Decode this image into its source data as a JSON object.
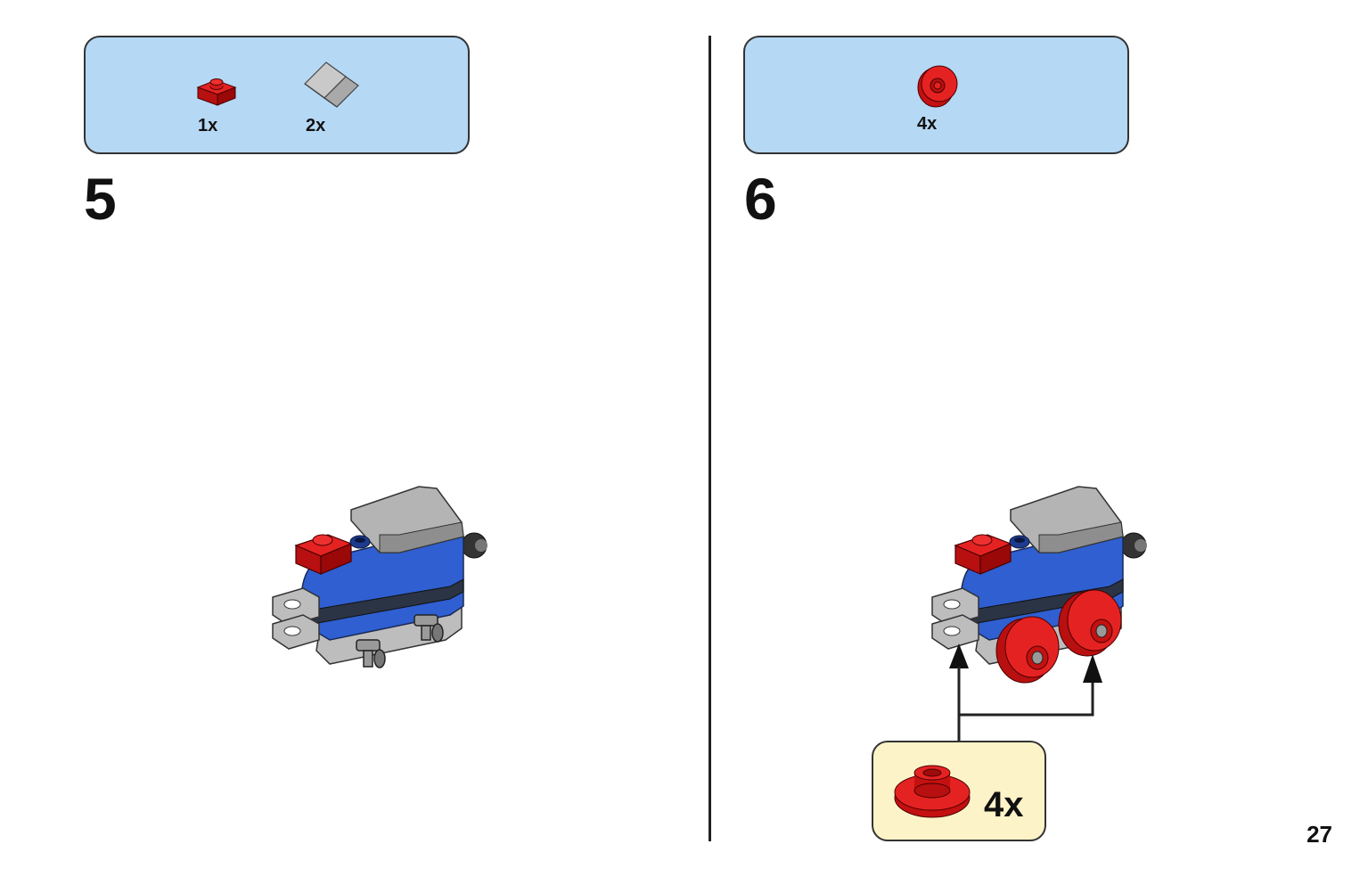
{
  "steps": [
    {
      "number": "5",
      "parts": [
        {
          "qty": "1x",
          "icon": "red-plate-1x1-icon",
          "color": "#cc1515"
        },
        {
          "qty": "2x",
          "icon": "gray-slope-icon",
          "color": "#b4b4b4"
        }
      ]
    },
    {
      "number": "6",
      "parts": [
        {
          "qty": "4x",
          "icon": "red-wheel-icon",
          "color": "#dd1a1a"
        }
      ],
      "callout": {
        "qty": "4x",
        "icon": "red-wheel-icon"
      }
    }
  ],
  "page_number": "27",
  "colors": {
    "parts_box": "#b5d8f4",
    "callout_box": "#fdf3c8",
    "brick_blue": "#2f5fd1",
    "brick_red": "#cc1515",
    "brick_gray": "#b4b4b4"
  }
}
